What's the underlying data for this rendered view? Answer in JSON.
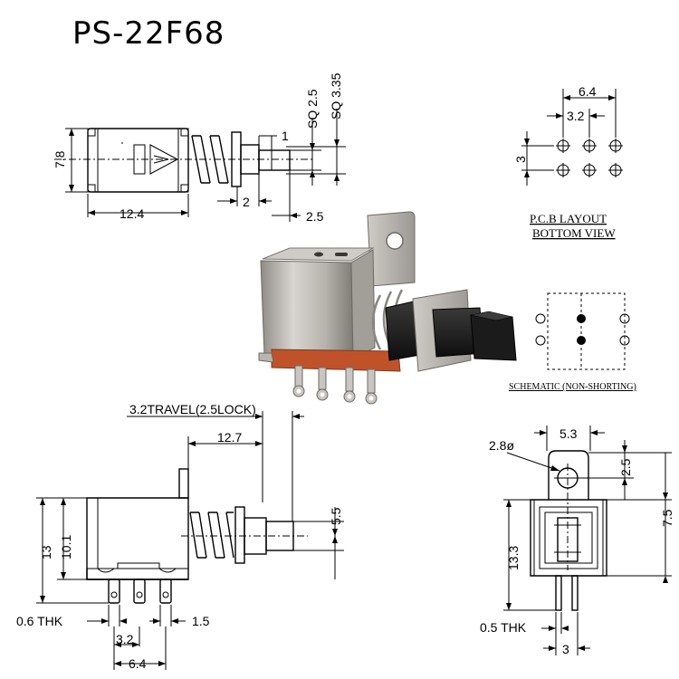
{
  "title": "PS-22F68",
  "top_view": {
    "height": "7.8",
    "body_length": "12.4",
    "sq_inner": "SQ 2.5",
    "sq_outer": "SQ 3.35",
    "offset_1": "1",
    "spring_2": "2",
    "tip_2_5": "2.5"
  },
  "pcb": {
    "pitch_total": "6.4",
    "pitch": "3.2",
    "row_spacing": "3",
    "caption_1": "P.C.B LAYOUT",
    "caption_2": "BOTTOM VIEW"
  },
  "schematic": {
    "caption": "SCHEMATIC (NON-SHORTING)"
  },
  "side_view": {
    "travel": "3.2TRAVEL(2.5LOCK)",
    "length_12_7": "12.7",
    "button_5_5": "5.5",
    "height_13": "13",
    "height_10_1": "10.1",
    "thickness": "0.6 THK",
    "pitch": "3.2",
    "pitch_total": "6.4",
    "pin_1_5": "1.5"
  },
  "end_view": {
    "width_5_3": "5.3",
    "hole": "2.8ø",
    "hole_2_5": "2.5",
    "tab_7_5": "7.5",
    "height_13_3": "13.3",
    "thickness": "0.5 THK",
    "pin_3": "3"
  },
  "colors": {
    "line": "#000000",
    "metal": "#b8b4ae",
    "plastic": "#1e1e1e",
    "base": "#c0522a"
  }
}
